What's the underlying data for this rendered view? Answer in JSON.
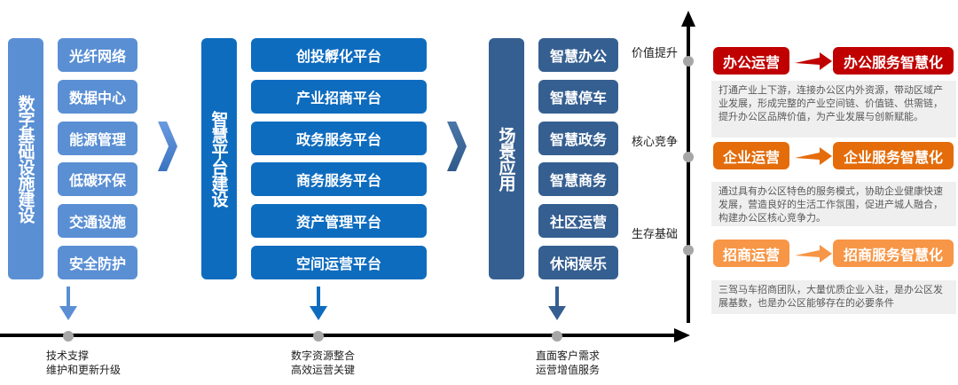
{
  "column1": {
    "title": "数字基础设施建设",
    "items": [
      "光纤网络",
      "数据中心",
      "能源管理",
      "低碳环保",
      "交通设施",
      "安全防护"
    ],
    "caption": [
      "技术支撑",
      "维护和更新升级"
    ],
    "color": "#5a8fd4"
  },
  "column2": {
    "title": "智慧平台建设",
    "items": [
      "创投孵化平台",
      "产业招商平台",
      "政务服务平台",
      "商务服务平台",
      "资产管理平台",
      "空间运营平台"
    ],
    "caption": [
      "数字资源整合",
      "高效运营关键"
    ],
    "color": "#0e6cbf"
  },
  "column3": {
    "title": "场景应用",
    "items": [
      "智慧办公",
      "智慧停车",
      "智慧政务",
      "智慧商务",
      "社区运营",
      "休闲娱乐"
    ],
    "caption": [
      "直面客户需求",
      "运营增值服务"
    ],
    "color": "#355f91"
  },
  "axis_levels": [
    "价值提升",
    "核心竞争",
    "生存基础"
  ],
  "operations": [
    {
      "from": "办公运营",
      "to": "办公服务智慧化",
      "color": "#c00000",
      "description": "打通产业上下游，连接办公区内外资源，带动区域产业发展，形成完整的产业空间链、价值链、供需链，提升办公区品牌价值，为产业发展与创新赋能。"
    },
    {
      "from": "企业运营",
      "to": "企业服务智慧化",
      "color": "#e46c0a",
      "description": "通过具有办公区特色的服务模式，协助企业健康快速发展，营造良好的生活工作氛围，促进产城人融合，构建办公区核心竞争力。"
    },
    {
      "from": "招商运营",
      "to": "招商服务智慧化",
      "color": "#f79646",
      "description": "三驾马车招商团队，大量优质企业入驻，是办公区发展基数，也是办公区能够存在的必要条件"
    }
  ]
}
